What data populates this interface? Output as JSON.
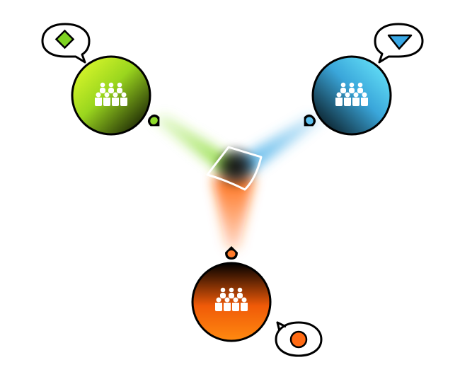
{
  "diagram": {
    "groups": [
      {
        "id": "green",
        "color": "#7ed321",
        "dark": "#1a2a06",
        "light": "#d6ff3a",
        "bubble_shape": "diamond",
        "bubble_icon": "green-diamond-icon"
      },
      {
        "id": "blue",
        "color": "#39a8e6",
        "dark": "#06283a",
        "light": "#5fe0ff",
        "bubble_shape": "triangle",
        "bubble_icon": "blue-triangle-icon"
      },
      {
        "id": "orange",
        "color": "#ff6a13",
        "dark": "#3a1400",
        "light": "#ff7a10",
        "bubble_shape": "circle",
        "bubble_icon": "orange-circle-icon"
      }
    ],
    "center_icon": "shared-focus-icon",
    "people_icon": "crowd-icon"
  }
}
